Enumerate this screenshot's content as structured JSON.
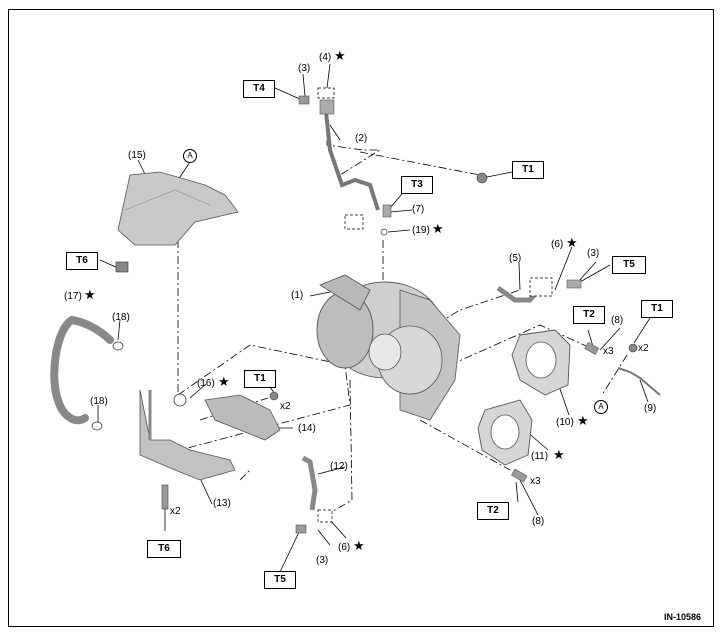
{
  "figure_id": "IN-10586",
  "callouts": {
    "c1": "(1)",
    "c2": "(2)",
    "c3a": "(3)",
    "c3b": "(3)",
    "c3c": "(3)",
    "c4": "(4)",
    "c5": "(5)",
    "c6a": "(6)",
    "c6b": "(6)",
    "c7": "(7)",
    "c8a": "(8)",
    "c8b": "(8)",
    "c9": "(9)",
    "c10": "(10)",
    "c11": "(11)",
    "c12": "(12)",
    "c13": "(13)",
    "c14": "(14)",
    "c15": "(15)",
    "c16": "(16)",
    "c17": "(17)",
    "c18a": "(18)",
    "c18b": "(18)",
    "c19": "(19)"
  },
  "torque_boxes": {
    "t4": "T4",
    "t1a": "T1",
    "t3": "T3",
    "t6a": "T6",
    "t5a": "T5",
    "t2a": "T2",
    "t1b": "T1",
    "t1c": "T1",
    "t2b": "T2",
    "t6b": "T6",
    "t5b": "T5"
  },
  "quantities": {
    "q1": "x3",
    "q2": "x2",
    "q3": "x2",
    "q4": "x3",
    "q5": "x2"
  },
  "markers": {
    "a1": "A",
    "a2": "A"
  },
  "star_glyph": "★"
}
